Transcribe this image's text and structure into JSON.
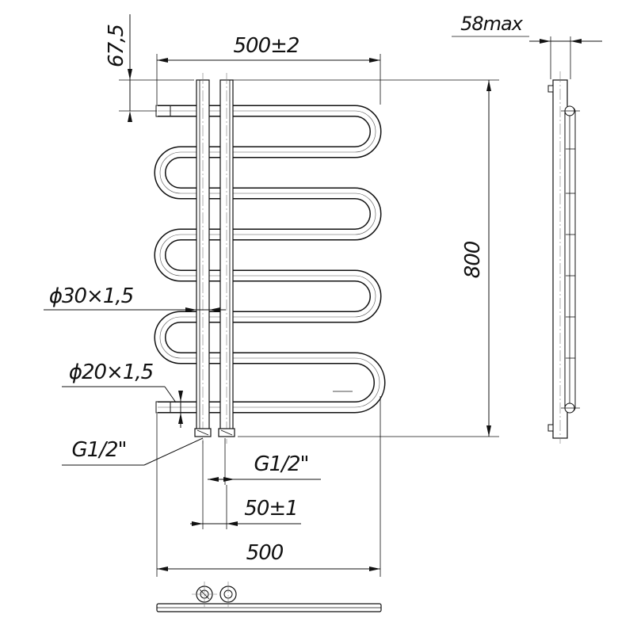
{
  "dimensions": {
    "top_offset": "67,5",
    "overall_width_tol": "500±2",
    "depth_max": "58max",
    "height": "800",
    "collector_tube": "ϕ30×1,5",
    "coil_tube": "ϕ20×1,5",
    "connection_left": "G1/2\"",
    "connection_right": "G1/2\"",
    "center_distance": "50±1",
    "overall_width": "500"
  }
}
